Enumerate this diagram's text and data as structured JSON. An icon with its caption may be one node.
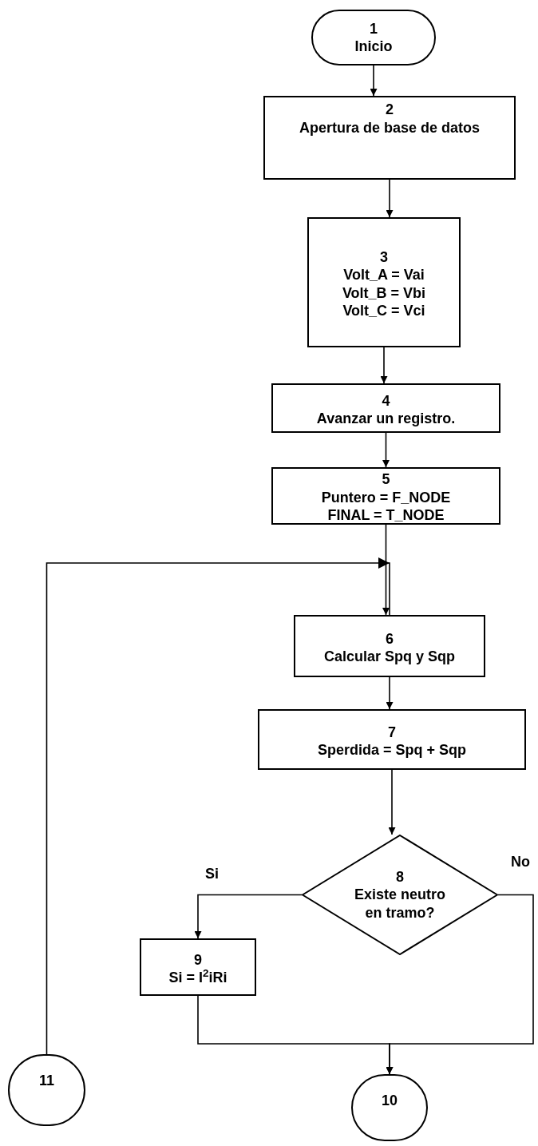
{
  "diagram": {
    "nodes": [
      {
        "text": [
          "1",
          "Inicio"
        ]
      },
      {
        "text": [
          "2",
          "Apertura de base de datos"
        ]
      },
      {
        "text": [
          "3",
          "Volt_A  = Vai",
          "Volt_B  = Vbi",
          "Volt_C  = Vci"
        ]
      },
      {
        "text": [
          "4",
          "Avanzar un registro."
        ]
      },
      {
        "text": [
          "5",
          "Puntero = F_NODE",
          "FINAL = T_NODE"
        ]
      },
      {
        "text": [
          "6",
          "Calcular Spq y Sqp"
        ]
      },
      {
        "text": [
          "7",
          "Sperdida = Spq + Sqp"
        ]
      },
      {
        "text": [
          "8",
          "Existe neutro en tramo?"
        ]
      },
      {
        "text": [
          "9",
          "Si = I$^{2}$iRi"
        ]
      },
      {
        "text": [
          "10"
        ]
      },
      {
        "text": [
          "11"
        ]
      }
    ],
    "edges": [
      {
        "from": 0,
        "to": 1,
        "arrow": "to"
      },
      {
        "from": 1,
        "to": 2,
        "arrow": "to"
      },
      {
        "from": 2,
        "to": 3,
        "arrow": "to"
      },
      {
        "from": 3,
        "to": 4,
        "arrow": "to"
      },
      {
        "from": 4,
        "to": 5,
        "arrow": "to"
      },
      {
        "from": 5,
        "to": 6,
        "arrow": "to"
      },
      {
        "from": 6,
        "to": 7,
        "arrow": "to"
      },
      {
        "from": 7,
        "to": 8,
        "arrow": "to",
        "label": "Si"
      },
      {
        "from": 7,
        "to": 9,
        "arrow": "to",
        "label": "No"
      },
      {
        "from": 8,
        "to": 9,
        "arrow": "to"
      },
      {
        "from": 10,
        "to": 5,
        "arrow": "to"
      }
    ]
  }
}
